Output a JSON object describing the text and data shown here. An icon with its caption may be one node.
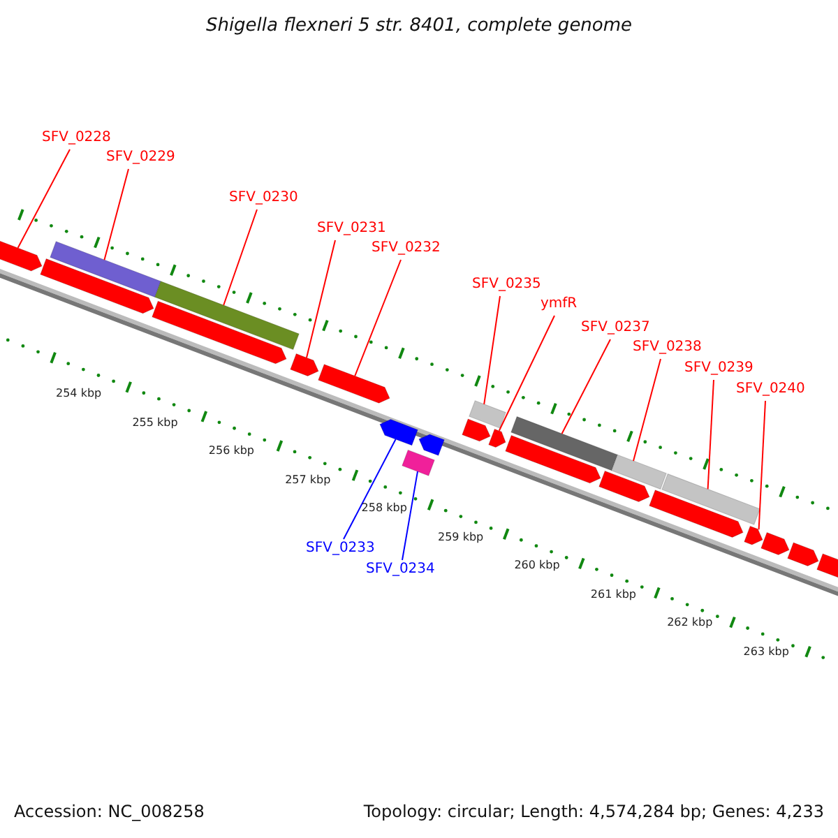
{
  "diagram": {
    "title": "Shigella flexneri 5 str. 8401, complete genome",
    "nodes": [
      {
        "text": [
          "SFV_0228"
        ]
      },
      {
        "text": [
          "SFV_0229"
        ]
      },
      {
        "text": [
          "SFV_0230"
        ]
      },
      {
        "text": [
          "SFV_0231"
        ]
      },
      {
        "text": [
          "SFV_0232"
        ]
      },
      {
        "text": [
          "SFV_0235"
        ]
      },
      {
        "text": [
          "ymfR"
        ]
      },
      {
        "text": [
          "SFV_0237"
        ]
      },
      {
        "text": [
          "SFV_0238"
        ]
      },
      {
        "text": [
          "SFV_0239"
        ]
      },
      {
        "text": [
          "SFV_0240"
        ]
      },
      {
        "text": [
          "SFV_0233"
        ]
      },
      {
        "text": [
          "SFV_0234"
        ]
      },
      {
        "text": [],
        "shape": "bar"
      },
      {
        "text": [],
        "shape": "bar"
      },
      {
        "text": [],
        "shape": "bar"
      },
      {
        "text": [],
        "shape": "bar"
      },
      {
        "text": [],
        "shape": "bar"
      },
      {
        "text": [],
        "shape": "bar"
      },
      {
        "text": [],
        "shape": "pentagon"
      },
      {
        "text": [],
        "shape": "pentagon"
      },
      {
        "text": [],
        "shape": "pentagon"
      },
      {
        "text": [],
        "shape": "pentagon"
      },
      {
        "text": [],
        "shape": "pentagon"
      },
      {
        "text": [],
        "shape": "pentagon"
      },
      {
        "text": [],
        "shape": "pentagon"
      },
      {
        "text": [],
        "shape": "pentagon"
      },
      {
        "text": [],
        "shape": "pentagon"
      },
      {
        "text": [],
        "shape": "pentagon"
      },
      {
        "text": [],
        "shape": "pentagon"
      },
      {
        "text": [],
        "shape": "pentagon"
      },
      {
        "text": [],
        "shape": "pentagon"
      },
      {
        "text": [],
        "shape": "pentagon"
      },
      {
        "text": [],
        "shape": "pentagon"
      },
      {
        "text": [],
        "shape": "pentagon"
      },
      {
        "text": [],
        "shape": "bar"
      }
    ],
    "edges": [
      {
        "from": 0,
        "to": 19,
        "arrow": "none"
      },
      {
        "from": 1,
        "to": 13,
        "arrow": "none"
      },
      {
        "from": 2,
        "to": 14,
        "arrow": "none"
      },
      {
        "from": 3,
        "to": 22,
        "arrow": "none"
      },
      {
        "from": 4,
        "to": 23,
        "arrow": "none"
      },
      {
        "from": 5,
        "to": 15,
        "arrow": "none"
      },
      {
        "from": 6,
        "to": 25,
        "arrow": "none"
      },
      {
        "from": 7,
        "to": 16,
        "arrow": "none"
      },
      {
        "from": 8,
        "to": 17,
        "arrow": "none"
      },
      {
        "from": 9,
        "to": 18,
        "arrow": "none"
      },
      {
        "from": 10,
        "to": 29,
        "arrow": "none"
      },
      {
        "from": 11,
        "to": 33,
        "arrow": "none",
        "color": "#0000ff"
      },
      {
        "from": 12,
        "to": 35,
        "arrow": "none",
        "color": "#0000ff"
      }
    ],
    "labels": [
      "254 kbp",
      "255 kbp",
      "256 kbp",
      "257 kbp",
      "258 kbp",
      "259 kbp",
      "260 kbp",
      "261 kbp",
      "262 kbp",
      "263 kbp",
      "Accession: NC_008258",
      "Topology: circular; Length: 4,574,284 bp; Genes: 4,233"
    ]
  }
}
